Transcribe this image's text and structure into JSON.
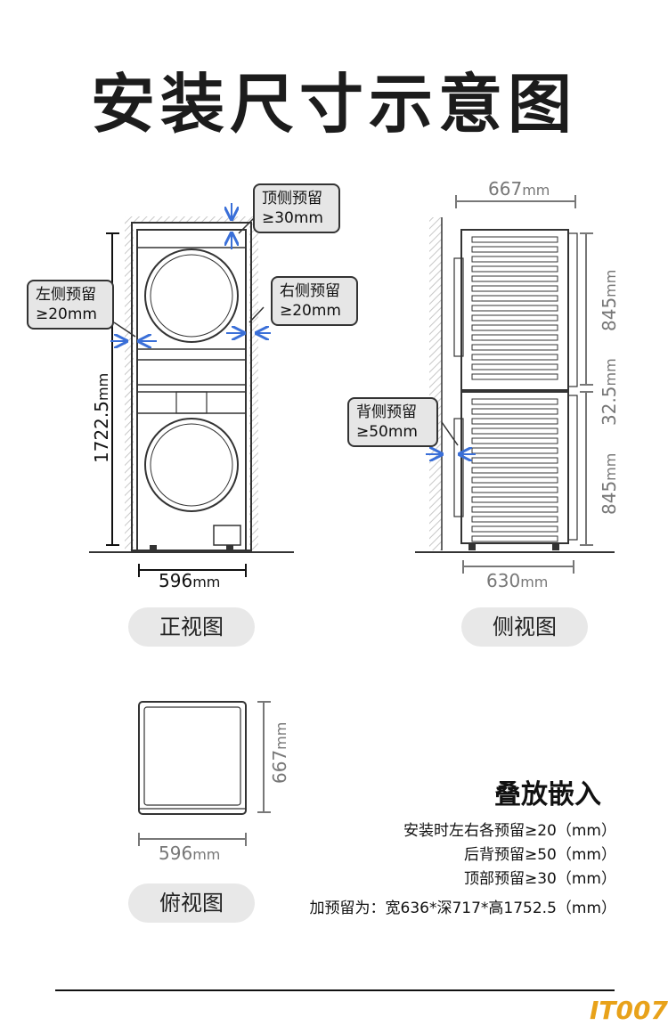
{
  "title": "安装尺寸示意图",
  "front_view": {
    "label": "正视图",
    "height_dim": "1722.5",
    "width_dim": "596",
    "unit": "mm",
    "callout_top": [
      "顶侧预留",
      "≥30mm"
    ],
    "callout_left": [
      "左侧预留",
      "≥20mm"
    ],
    "callout_right": [
      "右侧预留",
      "≥20mm"
    ]
  },
  "side_view": {
    "label": "侧视图",
    "depth_top_dim": "667",
    "depth_bottom_dim": "630",
    "upper_height_dim": "845",
    "gap_dim": "32.5",
    "lower_height_dim": "845",
    "unit": "mm",
    "callout_back": [
      "背侧预留",
      "≥50mm"
    ]
  },
  "top_view": {
    "label": "俯视图",
    "width_dim": "596",
    "depth_dim": "667",
    "unit": "mm"
  },
  "notes": {
    "title": "叠放嵌入",
    "lines": [
      "安装时左右各预留≥20（mm）",
      "后背预留≥50（mm）",
      "顶部预留≥30（mm）",
      "加预留为：宽636*深717*高1752.5（mm）"
    ]
  },
  "logo": "IT007",
  "colors": {
    "arrow": "#3a6fd8",
    "accent_logo": "#e8a21a"
  }
}
